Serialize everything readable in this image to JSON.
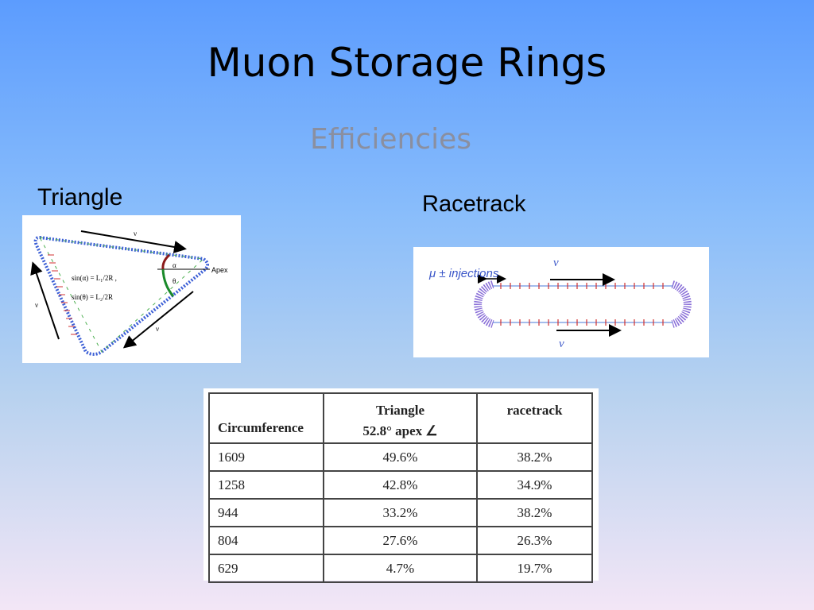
{
  "slide": {
    "title": "Muon Storage Rings",
    "subtitle": "Efficiencies",
    "triangle_label": "Triangle",
    "racetrack_label": "Racetrack"
  },
  "triangle_diagram": {
    "nu_label": "ν",
    "alpha_label": "α",
    "theta_label": "θ",
    "apex_label": "Apex",
    "formula1": "sin(α) = L₁/2R ,",
    "formula2": "sin(θ) = L₂/2R"
  },
  "racetrack_diagram": {
    "injection_label": "μ ±  injections",
    "nu_label": "ν"
  },
  "table": {
    "header": {
      "col0": "Circumference",
      "col1_line1": "Triangle",
      "col1_line2": "52.8° apex ∠",
      "col2": "racetrack"
    },
    "rows": [
      {
        "circ": "1609",
        "triangle": "49.6%",
        "racetrack": "38.2%"
      },
      {
        "circ": "1258",
        "triangle": "42.8%",
        "racetrack": "34.9%"
      },
      {
        "circ": "944",
        "triangle": "33.2%",
        "racetrack": "38.2%"
      },
      {
        "circ": "804",
        "triangle": "27.6%",
        "racetrack": "26.3%"
      },
      {
        "circ": "629",
        "triangle": "4.7%",
        "racetrack": "19.7%"
      }
    ]
  }
}
